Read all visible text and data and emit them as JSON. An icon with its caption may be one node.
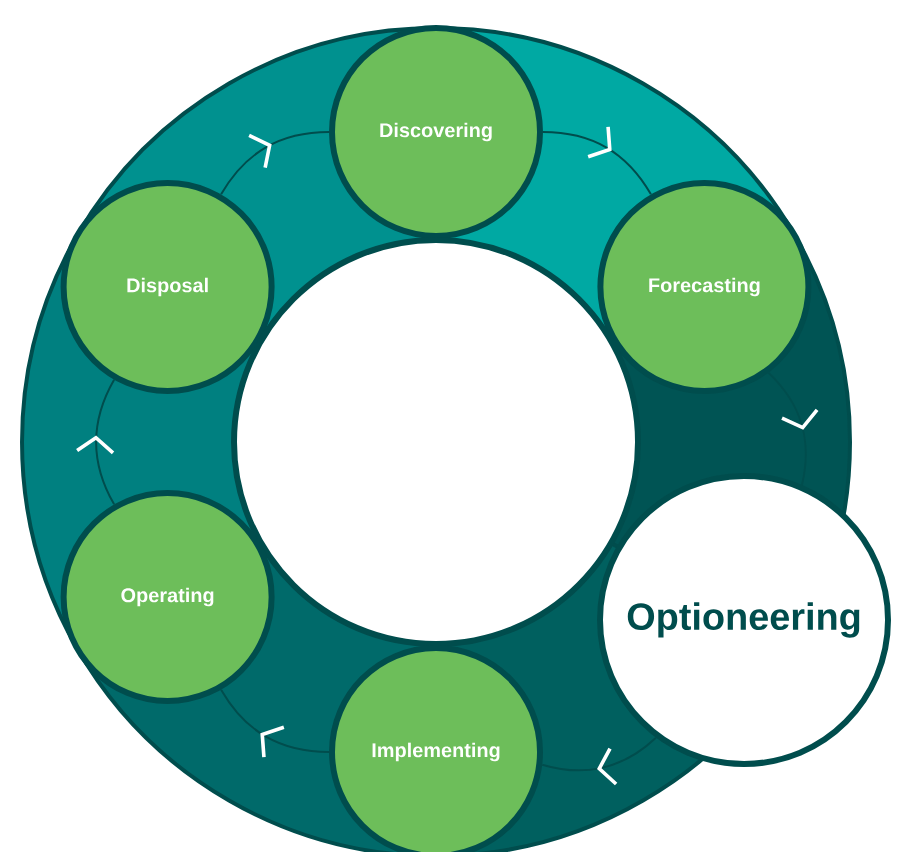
{
  "diagram": {
    "nodes": [
      {
        "text": [
          "Discovering"
        ]
      },
      {
        "text": [
          "Disposal"
        ]
      },
      {
        "text": [
          "Forecasting"
        ]
      },
      {
        "text": [],
        "shape": "circle"
      },
      {
        "text": [
          "Operating"
        ]
      },
      {
        "text": [
          "Optioneering"
        ]
      },
      {
        "text": [
          "Implementing"
        ]
      }
    ],
    "edges": [
      {
        "from": 1,
        "to": 0,
        "arrow": "to"
      },
      {
        "from": 0,
        "to": 2,
        "arrow": "to"
      },
      {
        "from": 2,
        "to": 5,
        "arrow": "to"
      },
      {
        "from": 5,
        "to": 6,
        "arrow": "to"
      },
      {
        "from": 6,
        "to": 4,
        "arrow": "to"
      },
      {
        "from": 4,
        "to": 1,
        "arrow": "to"
      }
    ]
  }
}
